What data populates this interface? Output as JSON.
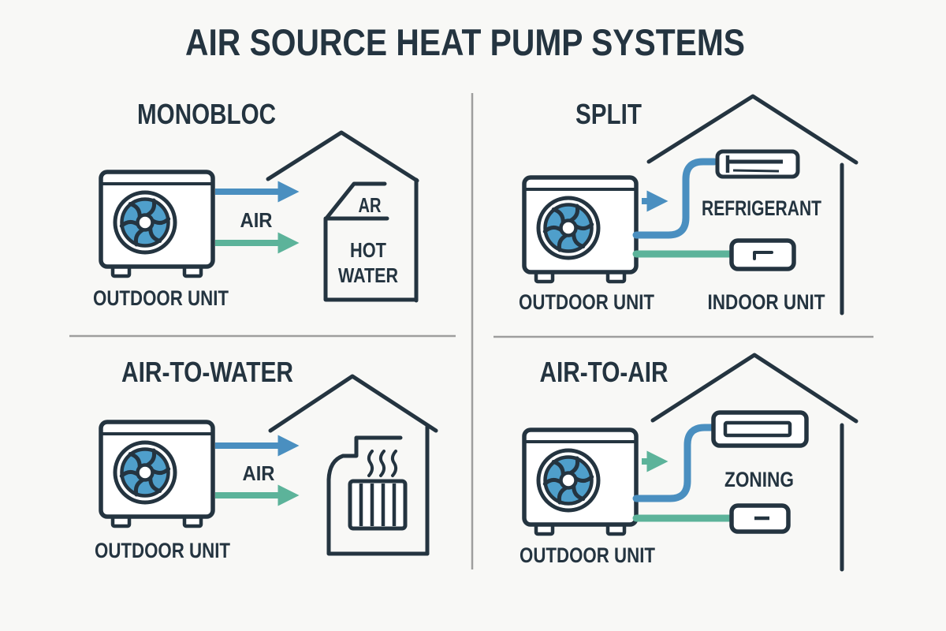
{
  "title": "AIR SOURCE HEAT PUMP SYSTEMS",
  "colors": {
    "dark": "#243440",
    "blue": "#4a8fc0",
    "teal": "#5cb39a",
    "fan": "#4f9fcb",
    "bg": "#f8f8f6",
    "divider": "#9e9e9e"
  },
  "quadrants": {
    "monobloc": {
      "title": "MONOBLOC",
      "outdoor_label": "OUTDOOR UNIT",
      "air_label": "AIR",
      "house_top_label": "AR",
      "house_label_line1": "HOT",
      "house_label_line2": "WATER"
    },
    "split": {
      "title": "SPLIT",
      "pipe_label": "REFRIGERANT",
      "outdoor_label": "OUTDOOR UNIT",
      "indoor_label": "INDOOR UNIT"
    },
    "air_to_water": {
      "title": "AIR-TO-WATER",
      "air_label": "AIR",
      "outdoor_label": "OUTDOOR UNIT"
    },
    "air_to_air": {
      "title": "AIR-TO-AIR",
      "zone_label": "ZONING",
      "outdoor_label": "OUTDOOR UNIT"
    }
  }
}
